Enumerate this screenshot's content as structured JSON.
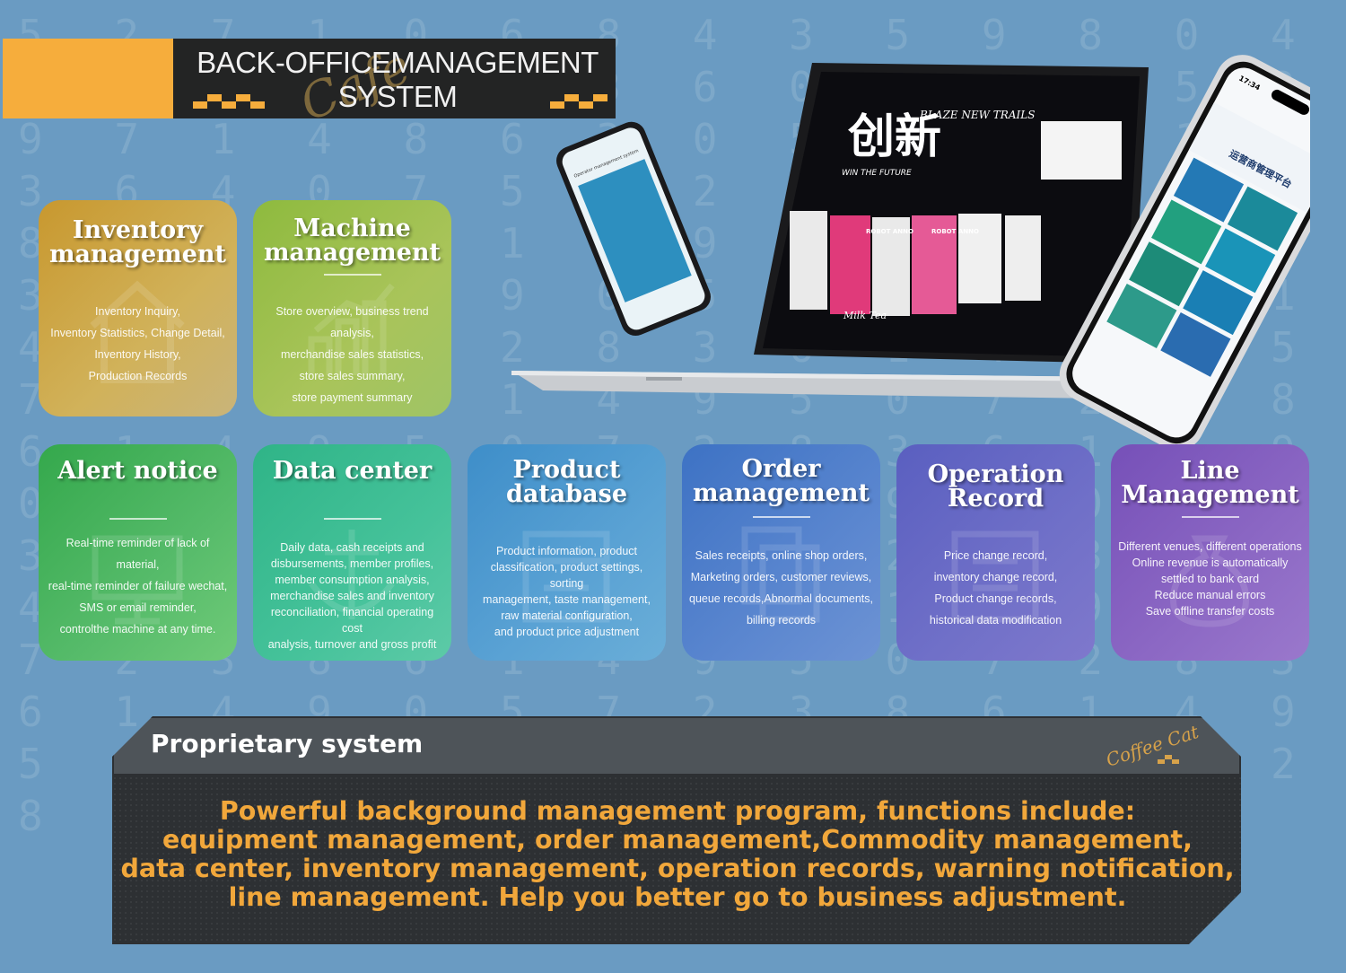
{
  "banner": {
    "title_line1": "BACK-OFFICEMANAGEMENT",
    "title_line2": "SYSTEM",
    "accent_color": "#f6ad3c"
  },
  "cards": [
    {
      "title_line1": "Inventory",
      "title_line2": "management",
      "desc": [
        "Inventory Inquiry,",
        "Inventory Statistics, Change Detail,",
        "Inventory History,",
        "Production Records"
      ],
      "icon": "house-icon"
    },
    {
      "title_line1": "Machine",
      "title_line2": "management",
      "desc": [
        "Store overview, business trend analysis,",
        "merchandise sales statistics,",
        "store sales summary,",
        "store payment summary"
      ],
      "icon": "bar-chart-icon"
    },
    {
      "title_line1": "Alert notice",
      "title_line2": "",
      "desc": [
        "Real-time reminder of lack of material,",
        "real-time reminder of failure wechat,",
        "SMS or email reminder,",
        "controlthe machine at any time."
      ],
      "icon": "monitor-icon"
    },
    {
      "title_line1": "Data center",
      "title_line2": "",
      "desc": [
        "Daily data, cash receipts and",
        "disbursements, member profiles,",
        "member consumption analysis,",
        "merchandise sales and inventory",
        "reconciliation, financial operating cost",
        "analysis, turnover and gross profit"
      ],
      "icon": "anchor-icon"
    },
    {
      "title_line1": "Product",
      "title_line2": "database",
      "desc": [
        "Product information, product",
        "classification, product settings, sorting",
        "management, taste management,",
        "raw material configuration,",
        "and product price adjustment"
      ],
      "icon": "database-icon"
    },
    {
      "title_line1": "Order",
      "title_line2": "management",
      "desc": [
        "Sales receipts, online shop orders,",
        "Marketing orders, customer reviews,",
        "queue records,Abnormal documents,",
        "billing records"
      ],
      "icon": "documents-icon"
    },
    {
      "title_line1": "Operation",
      "title_line2": "Record",
      "desc": [
        "Price change record,",
        "inventory change record,",
        "Product change records,",
        "historical data modification"
      ],
      "icon": "record-icon"
    },
    {
      "title_line1": "Line",
      "title_line2": "Management",
      "desc": [
        "Different venues, different operations",
        "Online revenue is automatically",
        "settled to bank card",
        "Reduce manual errors",
        "Save offline transfer costs"
      ],
      "icon": "money-bag-icon"
    }
  ],
  "devices": {
    "laptop_slogan": "BLAZE NEW TRAILS",
    "laptop_slogan2": "WIN THE FUTURE",
    "laptop_brand": "ROBOT ANNO",
    "laptop_tea": "Milk Tea",
    "small_phone_title": "Operator management system",
    "big_phone_time": "17:34",
    "big_phone_title": "运营商管理平台"
  },
  "panel": {
    "title": "Proprietary system",
    "lines": [
      "Powerful background management program, functions include:",
      "equipment management, order management,Commodity management,",
      "data center, inventory management, operation records, warning notification,",
      "line management. Help you better go to business adjustment."
    ],
    "logo_text": "Coffee Cat",
    "text_color": "#f1a73b"
  }
}
